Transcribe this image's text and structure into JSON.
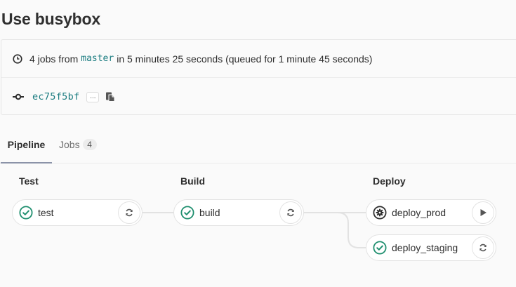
{
  "page": {
    "title": "Use busybox"
  },
  "info": {
    "jobs_prefix": "4 jobs from",
    "branch": "master",
    "duration_text": "in 5 minutes 25 seconds (queued for 1 minute 45 seconds)",
    "commit_sha": "ec75f5bf",
    "ellipsis_label": "...",
    "icons": {
      "clock": "clock-icon",
      "commit": "commit-icon",
      "copy": "copy-icon"
    }
  },
  "tabs": [
    {
      "label": "Pipeline",
      "active": true
    },
    {
      "label": "Jobs",
      "count": "4",
      "active": false
    }
  ],
  "stages": [
    {
      "title": "Test",
      "jobs": [
        {
          "name": "test",
          "status": "success",
          "action": "retry"
        }
      ]
    },
    {
      "title": "Build",
      "jobs": [
        {
          "name": "build",
          "status": "success",
          "action": "retry"
        }
      ]
    },
    {
      "title": "Deploy",
      "jobs": [
        {
          "name": "deploy_prod",
          "status": "manual",
          "action": "play"
        },
        {
          "name": "deploy_staging",
          "status": "success",
          "action": "retry"
        }
      ]
    }
  ],
  "colors": {
    "success": "#1aaa55",
    "success_dark": "#168f48",
    "link": "#1b7c80",
    "manual": "#2e2e2e",
    "tab_indicator": "#8b93a8"
  }
}
